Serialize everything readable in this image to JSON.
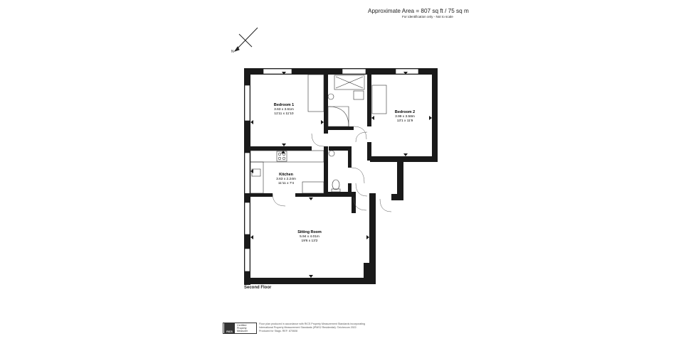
{
  "header": {
    "area": "Approximate Area = 807 sq ft / 75 sq m",
    "note": "For identification only - Not to scale"
  },
  "compass": {
    "label": "N"
  },
  "rooms": {
    "bedroom1": {
      "name": "Bedroom 1",
      "metric": "3.63 x 3.61m",
      "imperial": "11'11 x 11'10"
    },
    "bedroom2": {
      "name": "Bedroom 2",
      "metric": "3.99 x 3.58m",
      "imperial": "13'1 x 11'9"
    },
    "kitchen": {
      "name": "Kitchen",
      "metric": "3.63 x 2.24m",
      "imperial": "11'11 x 7'4"
    },
    "sitting": {
      "name": "Sitting Room",
      "metric": "5.94 x 4.01m",
      "imperial": "19'6 x 13'2"
    }
  },
  "floor_name": "Second Floor",
  "footer": {
    "badge_mark": "RICS",
    "badge_line1": "Certified",
    "badge_line2": "Property",
    "badge_line3": "Measurer",
    "line1": "Floor plan produced in accordance with RICS Property Measurement Standards incorporating",
    "line2": "International Property Measurement Standards (IPMS2 Residential). ©nichecom 2022.",
    "line3": "Produced for Stags.   REF: 870608"
  }
}
